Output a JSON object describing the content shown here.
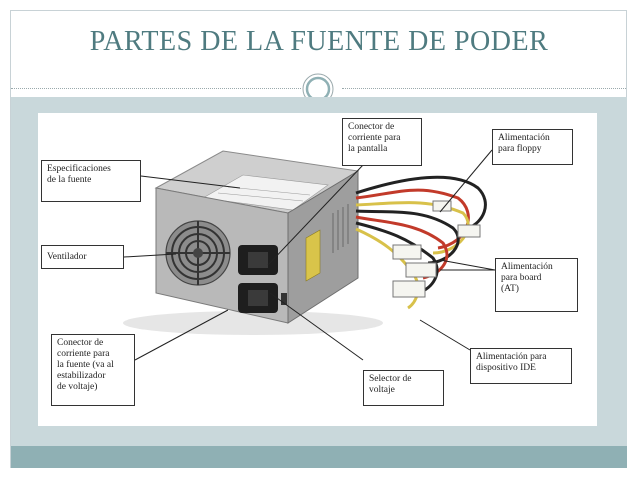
{
  "slide": {
    "title": "PARTES DE LA FUENTE DE PODER"
  },
  "labels": {
    "especificaciones": "Especificaciones\nde la fuente",
    "ventilador": "Ventilador",
    "conector_pantalla": "Conector de\ncorriente para\nla pantalla",
    "floppy": "Alimentación\npara floppy",
    "board": "Alimentación\npara board\n(AT)",
    "ide": "Alimentación   para\ndispositivo IDE",
    "selector": "Selector de\nvoltaje",
    "conector_fuente": "Conector      de\ncorriente    para\nla fuente (va al\nestabilizador\nde voltaje)"
  },
  "colors": {
    "title": "#4f7b80",
    "panel": "#c9d8db",
    "footer": "#8fb0b4"
  }
}
